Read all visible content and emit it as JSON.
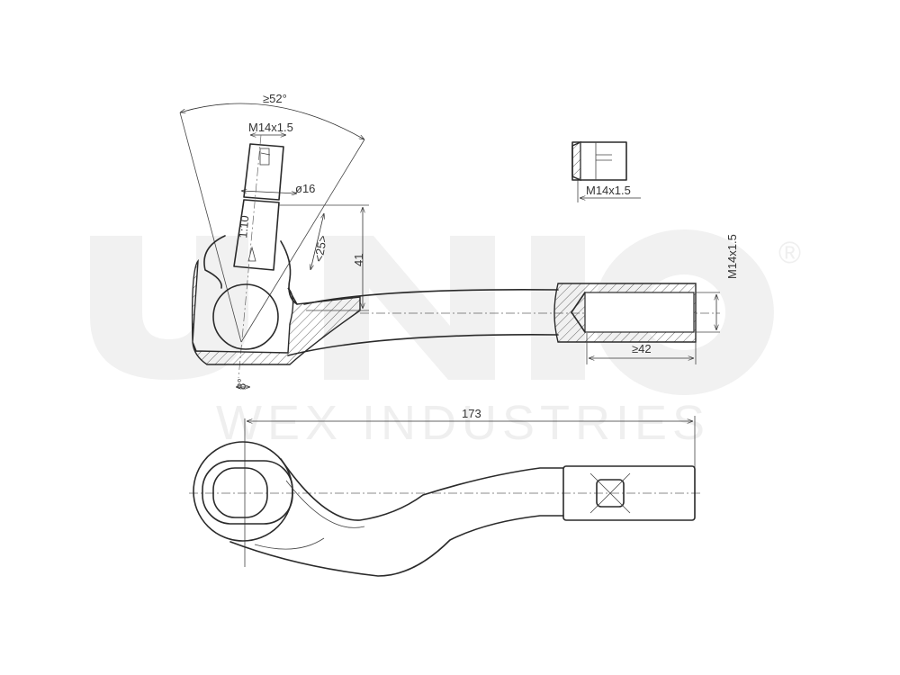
{
  "watermark": {
    "brand": "UNIO",
    "registered": "®",
    "subtitle": "WEX INDUSTRIES"
  },
  "dimensions": {
    "angle": "≥52°",
    "stud_thread": "M14x1.5",
    "stud_diameter": "ø16",
    "taper": "1:10",
    "taper_length": "<25>",
    "height": "41",
    "tilt_angle": "8°",
    "nut_thread": "M14x1.5",
    "inner_thread": "M14x1.5",
    "thread_depth": "≥42",
    "overall_length": "173"
  },
  "views": {
    "top": "sectional side view",
    "bottom": "plan view",
    "nut": "nut detail"
  }
}
